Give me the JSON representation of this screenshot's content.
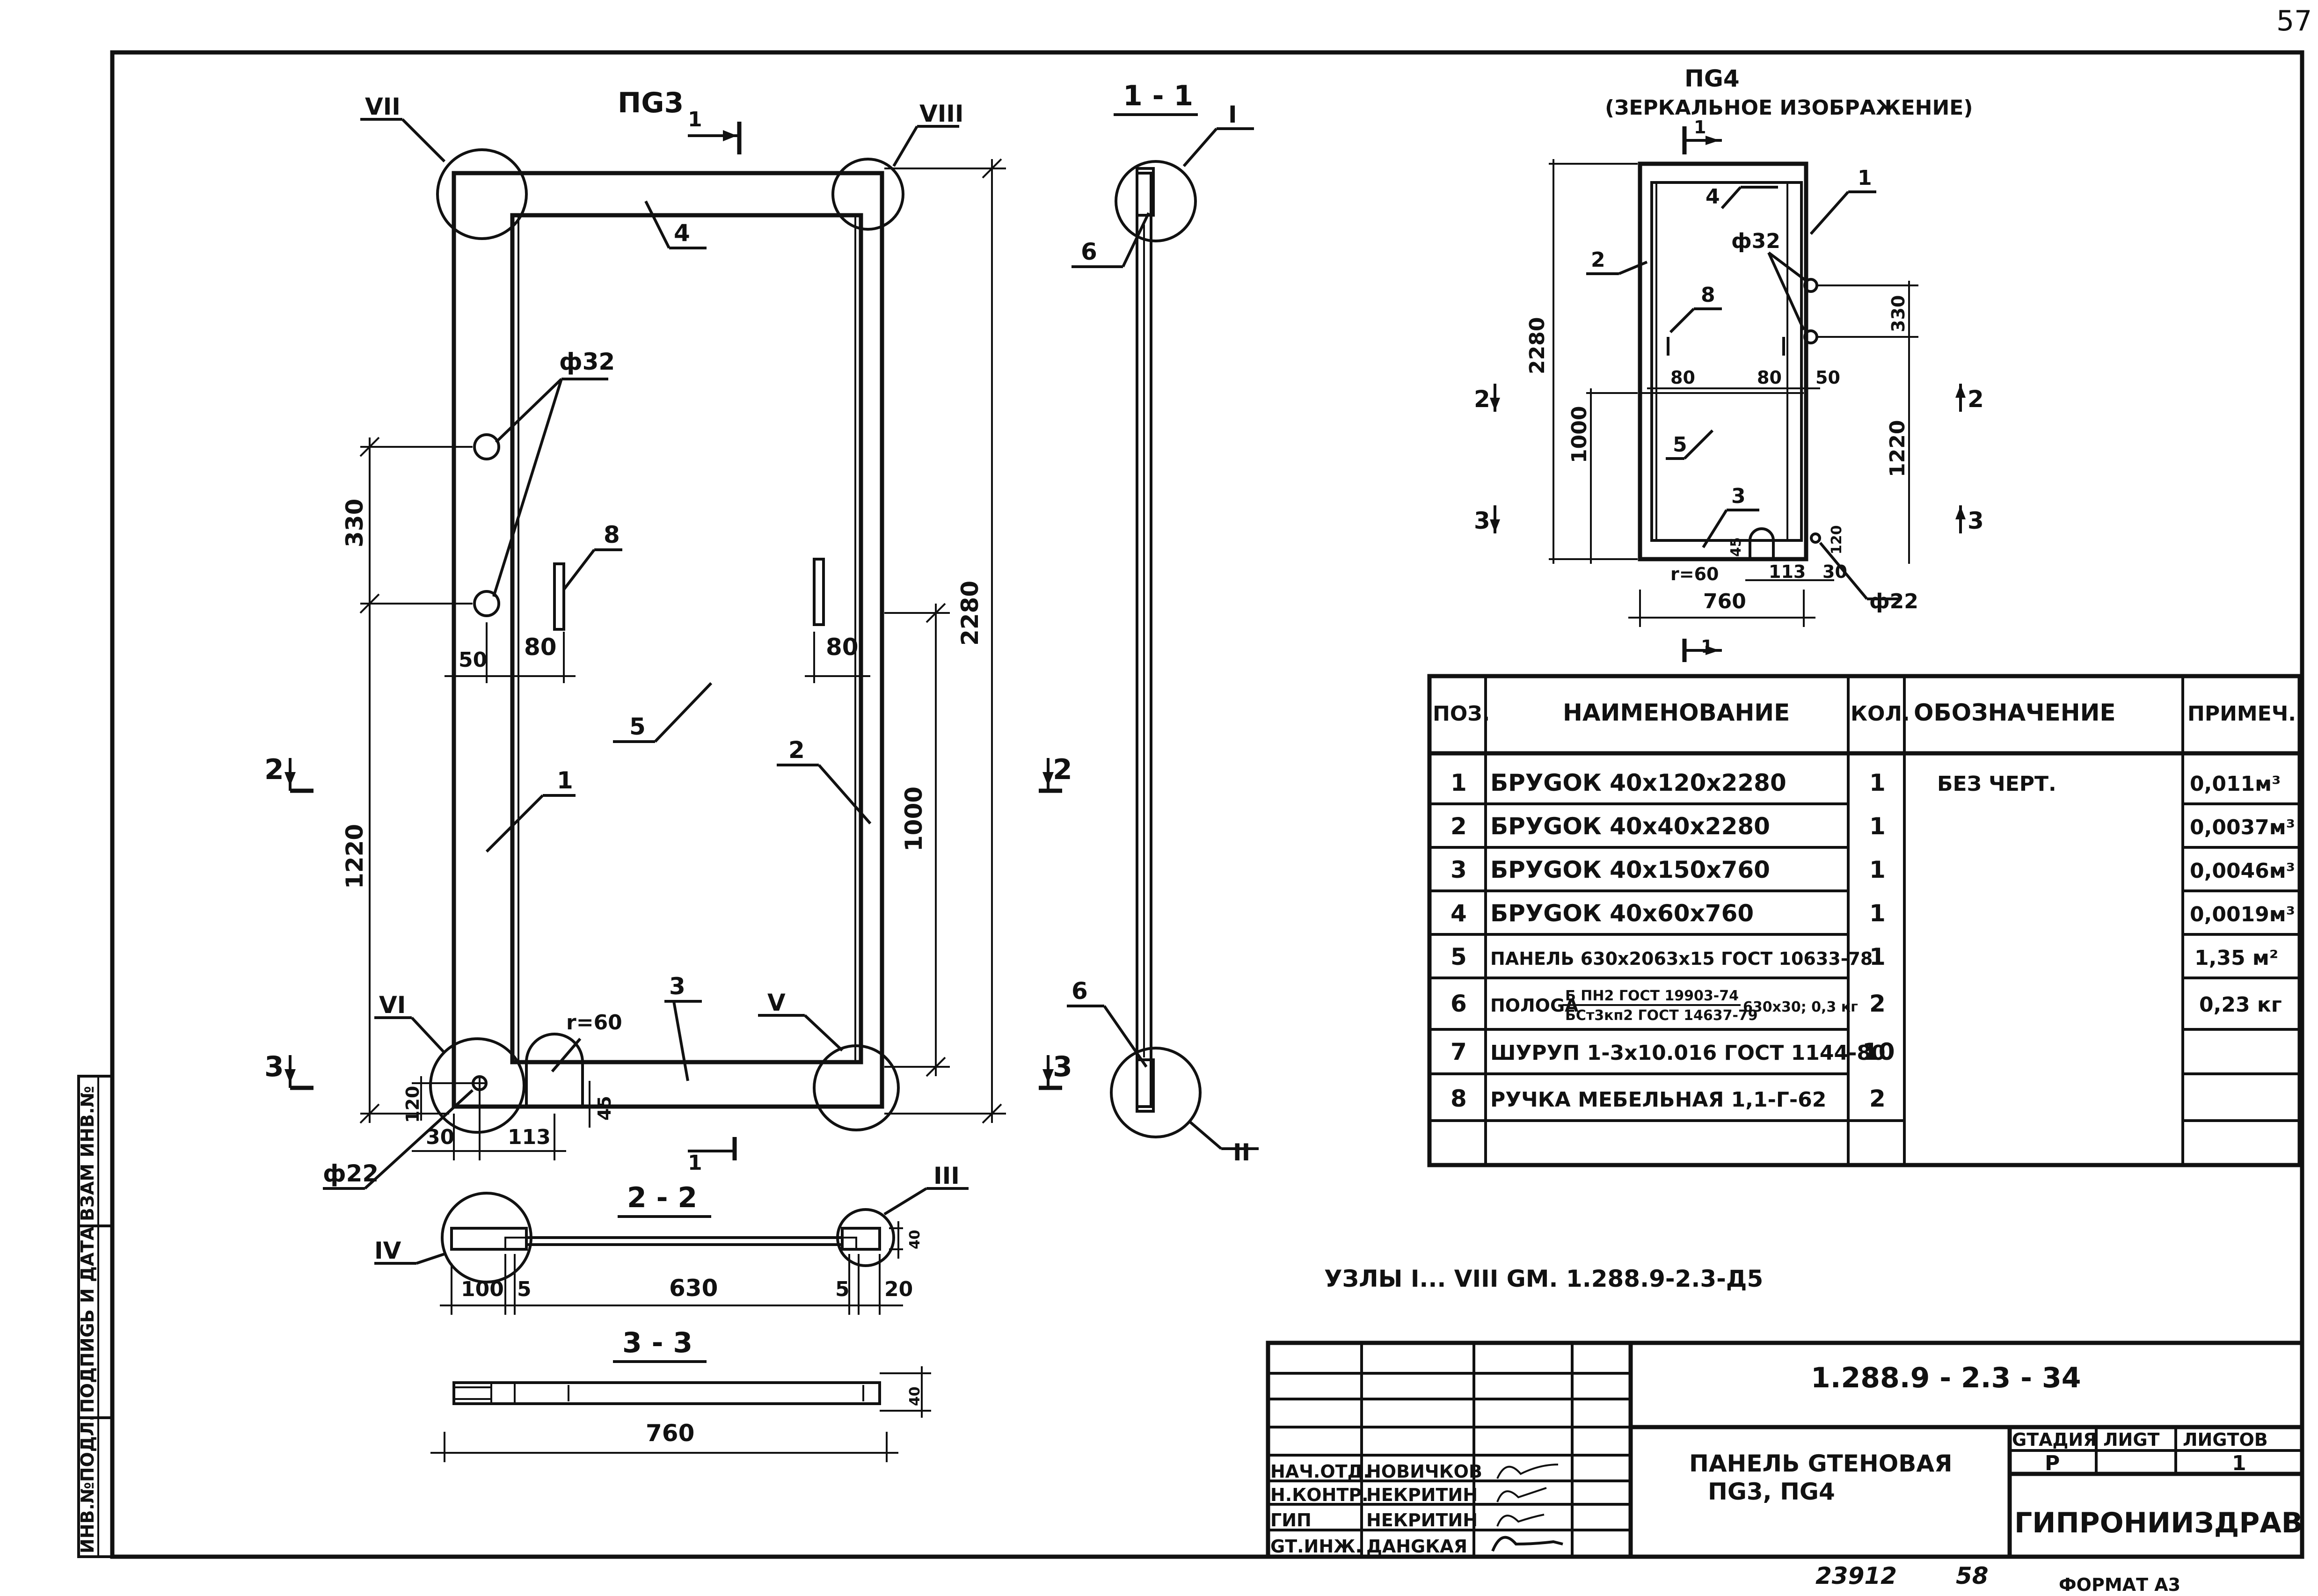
{
  "page_number": "57",
  "drawing_pg3": {
    "title": "ПG3",
    "labels": {
      "section_mark": "1",
      "node_vii": "VII",
      "node_viii": "VIII",
      "node_vi": "VI",
      "node_v": "V",
      "pos4": "4",
      "pos1": "1",
      "pos2": "2",
      "pos3": "3",
      "pos5": "5",
      "pos8": "8",
      "hole32": "ф32",
      "hole22": "ф22",
      "radius": "r=60",
      "cut2": "2",
      "cut3": "3"
    },
    "dims": {
      "d330": "330",
      "d1220": "1220",
      "d2280": "2280",
      "d1000": "1000",
      "d50": "50",
      "d80a": "80",
      "d80b": "80",
      "d120": "120",
      "d45": "45",
      "d30": "30",
      "d113": "113"
    }
  },
  "section_1_1": {
    "title": "1 - 1",
    "node_i": "I",
    "node_ii": "II",
    "pos6a": "6",
    "pos6b": "6"
  },
  "section_2_2": {
    "title": "2 - 2",
    "node_iv": "IV",
    "node_iii": "III",
    "d100": "100",
    "d5a": "5",
    "d630": "630",
    "d5b": "5",
    "d20": "20",
    "d40": "40"
  },
  "section_3_3": {
    "title": "3 - 3",
    "d760": "760",
    "d40": "40"
  },
  "drawing_pg4": {
    "title": "ПG4",
    "subtitle": "(ЗЕРКАЛЬНОЕ ИЗОБРАЖЕНИЕ)",
    "labels": {
      "mark1": "1",
      "p4": "4",
      "p1": "1",
      "p2": "2",
      "p8": "8",
      "p5": "5",
      "p3": "3",
      "hole32": "ф32",
      "hole22": "ф22",
      "radius": "r=60",
      "cut2": "2",
      "cut3": "3"
    },
    "dims": {
      "d2280": "2280",
      "d1000": "1000",
      "d330": "330",
      "d1220": "1220",
      "d80a": "80",
      "d80b": "80",
      "d50": "50",
      "d45": "45",
      "d120": "120",
      "d113": "113",
      "d30": "30",
      "d760": "760"
    }
  },
  "spec_table": {
    "headers": [
      "ПОЗ.",
      "НАИМЕНОВАНИЕ",
      "КОЛ.",
      "ОБОЗНАЧЕНИЕ",
      "ПРИМЕЧ."
    ],
    "rows": [
      {
        "pos": "1",
        "name": "БРУGОК 40x120x2280",
        "qty": "1",
        "designation": "БЕЗ ЧЕРТ.",
        "note": "0,011м³"
      },
      {
        "pos": "2",
        "name": "БРУGОК 40x40x2280",
        "qty": "1",
        "designation": "",
        "note": "0,0037м³"
      },
      {
        "pos": "3",
        "name": "БРУGОК 40x150x760",
        "qty": "1",
        "designation": "",
        "note": "0,0046м³"
      },
      {
        "pos": "4",
        "name": "БРУGОК 40x60x760",
        "qty": "1",
        "designation": "",
        "note": "0,0019м³"
      },
      {
        "pos": "5",
        "name": "ПАНЕЛЬ 630x2063x15 ГОСТ 10633-78",
        "qty": "1",
        "designation": "",
        "note": "1,35 м²"
      },
      {
        "pos": "6",
        "name": "ПОЛОGА",
        "name_frac_top": "Б ПН2 ГОСТ 19903-74",
        "name_frac_bottom": "БСт3кп2 ГОСТ 14637-79",
        "name_tail": "630x30; 0,3 кг",
        "qty": "2",
        "designation": "",
        "note": "0,23 кг"
      },
      {
        "pos": "7",
        "name": "ШУРУП 1-3x10.016 ГОСТ 1144-80",
        "qty": "10",
        "designation": "",
        "note": ""
      },
      {
        "pos": "8",
        "name": "РУЧКА МЕБЕЛЬНАЯ 1,1-Г-62",
        "qty": "2",
        "designation": "",
        "note": ""
      }
    ]
  },
  "nodes_note": "УЗЛЫ I... VIII GМ. 1.288.9-2.3-Д5",
  "title_block": {
    "code": "1.288.9 - 2.3 - 34",
    "name_line1": "ПАНЕЛЬ GТЕНОВАЯ",
    "name_line2": "ПG3, ПG4",
    "stage_header": "GТАДИЯ",
    "sheet_header": "ЛИGТ",
    "sheets_header": "ЛИGТОВ",
    "stage_value": "Р",
    "sheets_value": "1",
    "organization": "ГИПРОНИИЗДРАВ",
    "staff": [
      {
        "role": "НАЧ.ОТД.",
        "name": "НОВИЧКОВ"
      },
      {
        "role": "Н.КОНТР.",
        "name": "НЕКРИТИН"
      },
      {
        "role": "ГИП",
        "name": "НЕКРИТИН"
      },
      {
        "role": "GТ.ИНЖ.",
        "name": "ДАНGКАЯ"
      }
    ]
  },
  "side_stamp": {
    "cells": [
      "ИНВ.№ПОДЛ.",
      "ПОДПИGЬ И ДАТА",
      "ВЗАМ ИНВ.№"
    ]
  },
  "bottom_numbers": {
    "n1": "23912",
    "n2": "58",
    "format": "ФОРМАТ А3"
  }
}
